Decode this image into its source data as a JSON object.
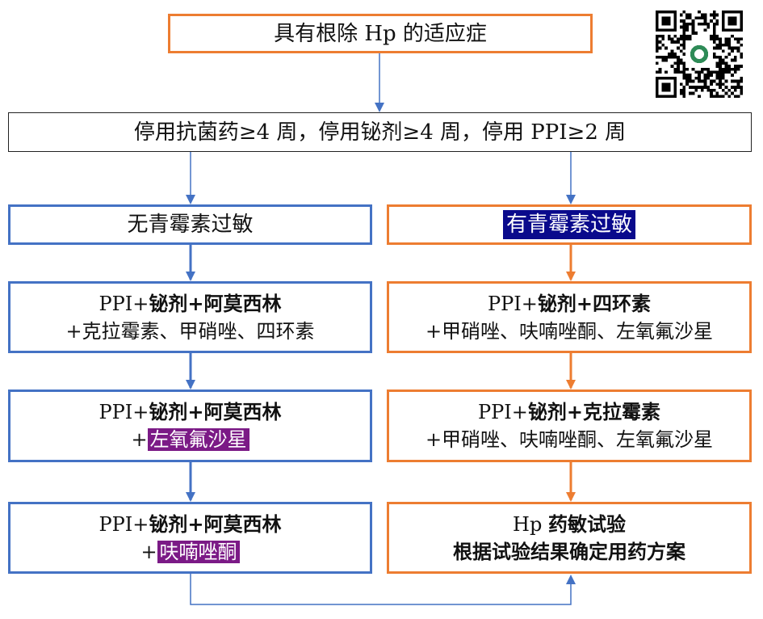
{
  "top": {
    "text": "具有根除 Hp 的适应症"
  },
  "stop": {
    "text": "停用抗菌药≥4 周，停用铋剂≥4 周，停用 PPI≥2 周"
  },
  "left": {
    "header": "无青霉素过敏",
    "b1": {
      "l1a": "PPI+",
      "l1b": "铋剂+阿莫西林",
      "l2": "+克拉霉素、甲硝唑、四环素"
    },
    "b2": {
      "l1a": "PPI+",
      "l1b": "铋剂+阿莫西林",
      "l2a": "+",
      "l2b": "左氧氟沙星"
    },
    "b3": {
      "l1a": "PPI+",
      "l1b": "铋剂+阿莫西林",
      "l2a": "+",
      "l2b": "呋喃唑酮"
    }
  },
  "right": {
    "header": "有青霉素过敏",
    "b1": {
      "l1a": "PPI+",
      "l1b": "铋剂+四环素",
      "l2": "+甲硝唑、呋喃唑酮、左氧氟沙星"
    },
    "b2": {
      "l1a": "PPI+",
      "l1b": "铋剂+克拉霉素",
      "l2": "+甲硝唑、呋喃唑酮、左氧氟沙星"
    },
    "b3": {
      "l1a": "Hp ",
      "l1b": "药敏试验",
      "l2": "根据试验结果确定用药方案"
    }
  },
  "colors": {
    "orange": "#ed7d31",
    "blue": "#4472c4",
    "purple": "#7b1a86",
    "navy": "#0a0a8c"
  },
  "icons": {
    "qr": "qr-code-icon"
  }
}
